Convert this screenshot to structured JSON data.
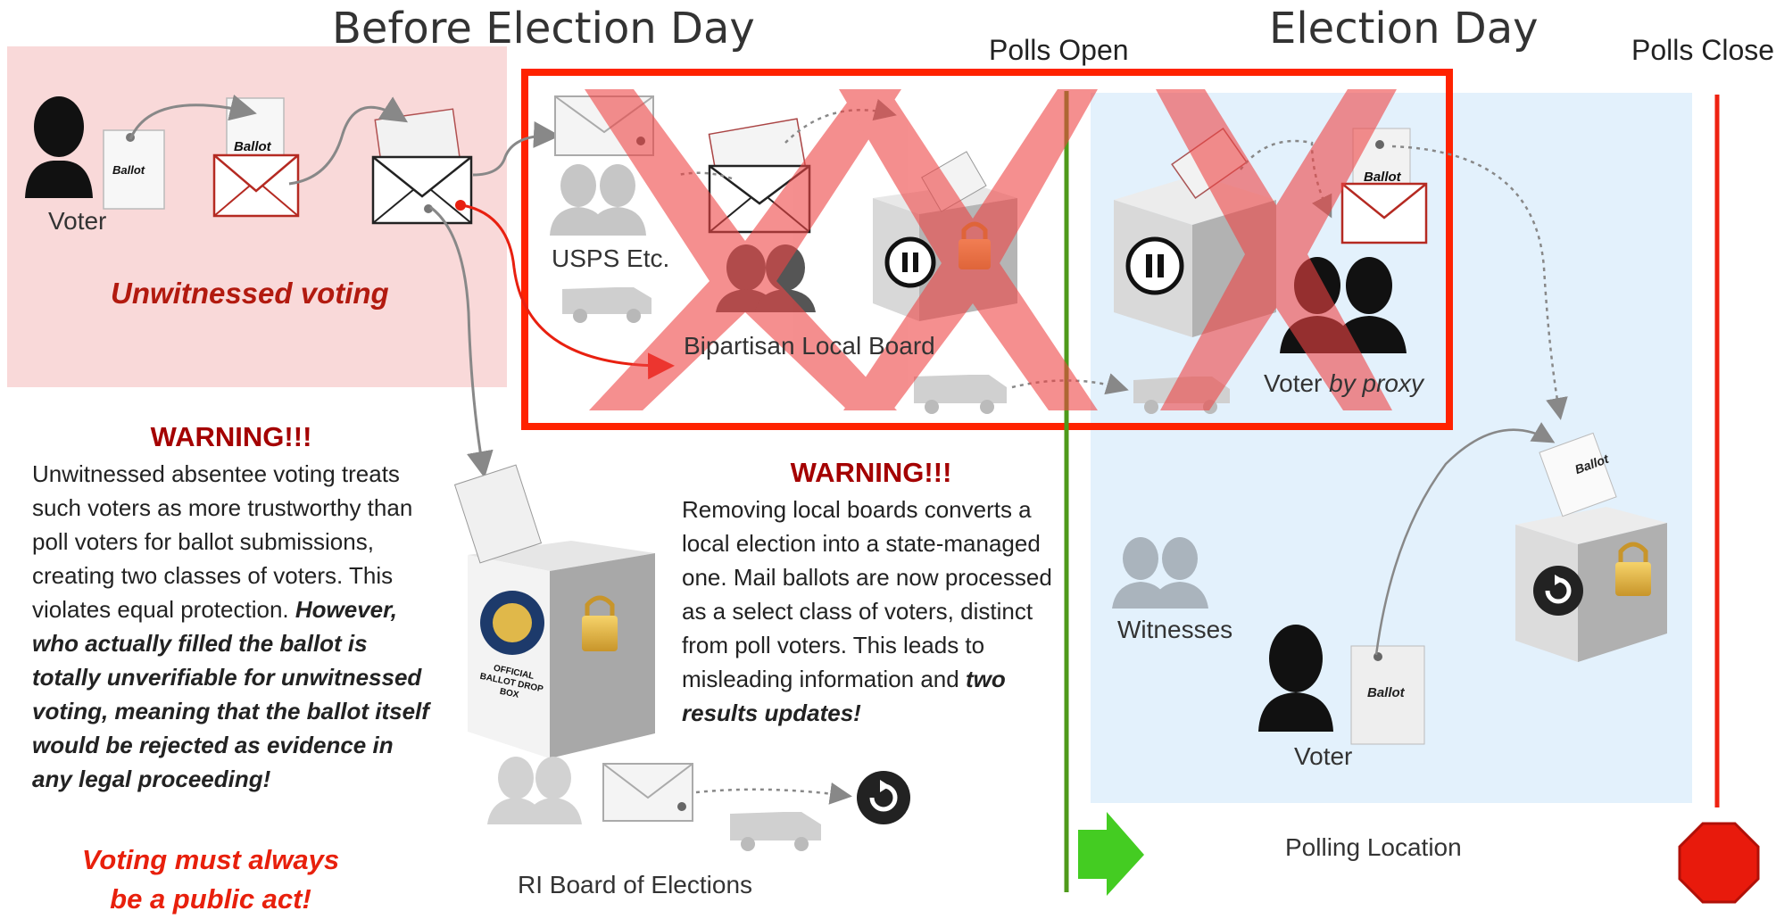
{
  "headers": {
    "before": "Before Election Day",
    "election": "Election Day",
    "polls_open": "Polls Open",
    "polls_close": "Polls Close"
  },
  "labels": {
    "voter_left": "Voter",
    "ballot_voter": "Ballot",
    "ballot_envelope": "Ballot",
    "unwitnessed": "Unwitnessed voting",
    "usps": "USPS Etc.",
    "bipartisan": "Bipartisan Local Board",
    "voter_proxy_1": "Voter ",
    "voter_proxy_2": "by proxy",
    "ballot_proxy": "Ballot",
    "witnesses": "Witnesses",
    "voter_right": "Voter",
    "ballot_right": "Ballot",
    "ballot_box": "Ballot",
    "polling_location": "Polling Location",
    "ri_board": "RI Board of Elections",
    "dropbox_text": "OFFICIAL BALLOT DROP BOX"
  },
  "warning_left": {
    "title": "WARNING!!!",
    "text": "Unwitnessed absentee voting treats such voters as more trustworthy than poll voters for ballot submissions, creating two classes of voters. This violates equal protection. ",
    "bold": "However, who actually filled the ballot is totally unverifiable for unwitnessed voting, meaning that the ballot itself would be rejected as evidence in any legal proceeding!"
  },
  "warning_mid": {
    "title": "WARNING!!!",
    "text": "Removing local boards converts a local election into a state-managed one. Mail ballots are now processed as a select class of voters, distinct from poll voters. This leads to misleading information and ",
    "bold": "two results updates!"
  },
  "slogan": {
    "line1": "Voting must always",
    "line2": "be a public act!"
  },
  "colors": {
    "pink_panel": "#f9d9d9",
    "blue_panel": "#e3f1fc",
    "red_frame": "#ff2200",
    "x_mark": "#ee5555",
    "green_line": "#4e9a1a",
    "poll_close_line": "#ee2211",
    "warning_red": "#a40000"
  },
  "icons": [
    "voter-silhouette-icon",
    "ballot-paper-icon",
    "envelope-icon",
    "ballot-box-icon",
    "padlock-icon",
    "pause-icon",
    "refresh-icon",
    "van-icon",
    "people-icon",
    "stop-sign-icon",
    "green-arrow-icon",
    "red-x-icon"
  ]
}
